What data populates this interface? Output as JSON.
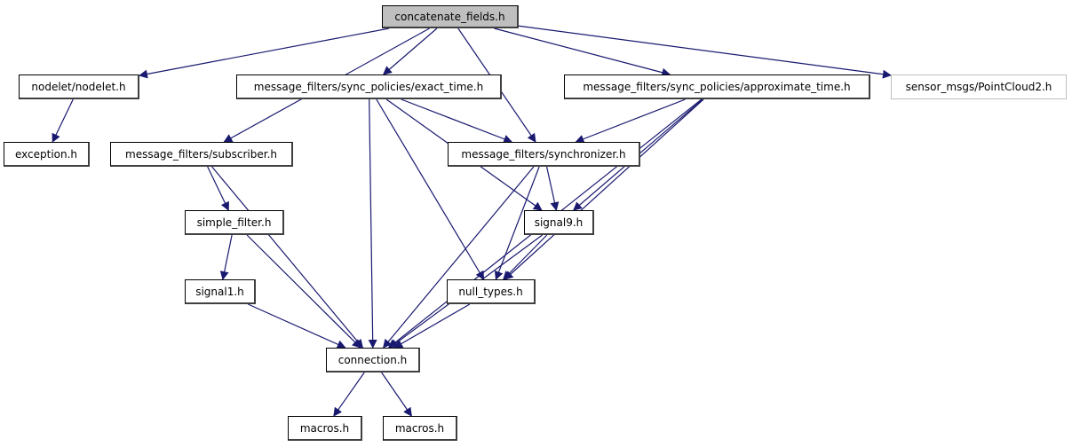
{
  "diagram": {
    "title": "concatenate_fields.h",
    "edge_color": "#191970",
    "root_fill": "#bfbfbf",
    "external_border": "#bfbfbf",
    "nodes": [
      {
        "id": "n0",
        "label": "concatenate_fields.h",
        "kind": "root"
      },
      {
        "id": "n1",
        "label": "nodelet/nodelet.h",
        "kind": "normal"
      },
      {
        "id": "n2",
        "label": "exception.h",
        "kind": "normal"
      },
      {
        "id": "n3",
        "label": "message_filters/subscriber.h",
        "kind": "normal"
      },
      {
        "id": "n4",
        "label": "message_filters/sync_policies/exact_time.h",
        "kind": "normal"
      },
      {
        "id": "n5",
        "label": "message_filters/synchronizer.h",
        "kind": "normal"
      },
      {
        "id": "n6",
        "label": "message_filters/sync_policies/approximate_time.h",
        "kind": "normal"
      },
      {
        "id": "n7",
        "label": "sensor_msgs/PointCloud2.h",
        "kind": "external"
      },
      {
        "id": "n8",
        "label": "simple_filter.h",
        "kind": "normal"
      },
      {
        "id": "n9",
        "label": "signal1.h",
        "kind": "normal"
      },
      {
        "id": "n10",
        "label": "signal9.h",
        "kind": "normal"
      },
      {
        "id": "n11",
        "label": "null_types.h",
        "kind": "normal"
      },
      {
        "id": "n12",
        "label": "connection.h",
        "kind": "normal"
      },
      {
        "id": "n13",
        "label": "macros.h",
        "kind": "normal"
      },
      {
        "id": "n14",
        "label": "macros.h",
        "kind": "normal"
      }
    ],
    "edges": [
      [
        "n0",
        "n1"
      ],
      [
        "n0",
        "n3"
      ],
      [
        "n0",
        "n4"
      ],
      [
        "n0",
        "n5"
      ],
      [
        "n0",
        "n6"
      ],
      [
        "n0",
        "n7"
      ],
      [
        "n1",
        "n2"
      ],
      [
        "n3",
        "n8"
      ],
      [
        "n3",
        "n12"
      ],
      [
        "n4",
        "n5"
      ],
      [
        "n4",
        "n10"
      ],
      [
        "n4",
        "n11"
      ],
      [
        "n4",
        "n12"
      ],
      [
        "n6",
        "n5"
      ],
      [
        "n6",
        "n10"
      ],
      [
        "n6",
        "n11"
      ],
      [
        "n6",
        "n12"
      ],
      [
        "n5",
        "n10"
      ],
      [
        "n5",
        "n11"
      ],
      [
        "n5",
        "n12"
      ],
      [
        "n8",
        "n9"
      ],
      [
        "n8",
        "n12"
      ],
      [
        "n9",
        "n12"
      ],
      [
        "n10",
        "n11"
      ],
      [
        "n10",
        "n12"
      ],
      [
        "n11",
        "n12"
      ],
      [
        "n12",
        "n13"
      ],
      [
        "n12",
        "n14"
      ]
    ]
  }
}
